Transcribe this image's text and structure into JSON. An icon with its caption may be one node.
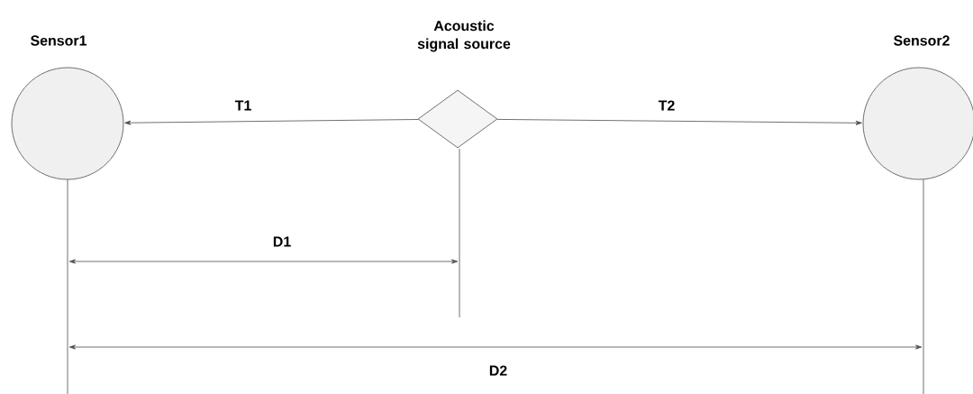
{
  "diagram": {
    "nodes": [
      {
        "text": [
          "Sensor1"
        ]
      },
      {
        "text": [
          "Acoustic signal source"
        ]
      },
      {
        "text": [
          "Sensor2"
        ]
      }
    ],
    "edges": [
      {
        "from": 1,
        "to": 0,
        "arrow": "to",
        "label": "T1"
      },
      {
        "from": 1,
        "to": 2,
        "arrow": "to",
        "label": "T2"
      }
    ],
    "labels": [
      "D1",
      "D2"
    ]
  }
}
